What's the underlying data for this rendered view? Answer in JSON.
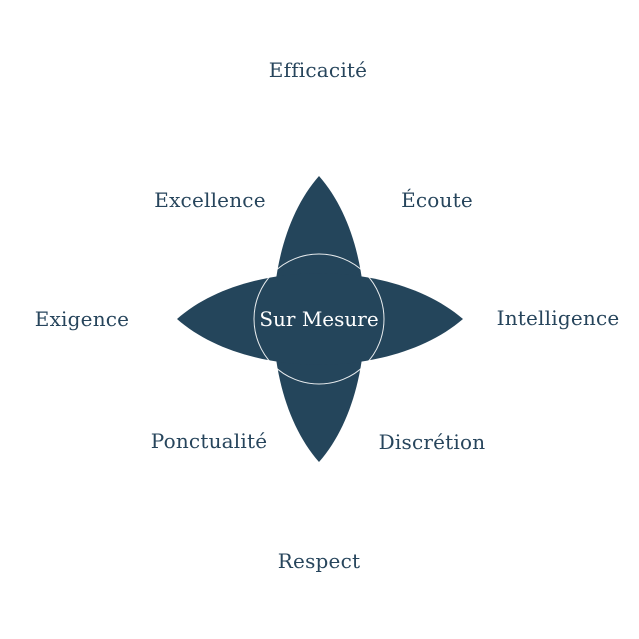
{
  "center": {
    "label": "Sur Mesure"
  },
  "values": {
    "top": "Efficacité",
    "top_left": "Excellence",
    "top_right": "Écoute",
    "left": "Exigence",
    "right": "Intelligence",
    "bottom_left": "Ponctualité",
    "bottom_right": "Discrétion",
    "bottom": "Respect"
  },
  "colors": {
    "shape_fill": "#24455b",
    "label_text": "#27455c",
    "center_text": "#ffffff",
    "outline": "#ffffff"
  }
}
